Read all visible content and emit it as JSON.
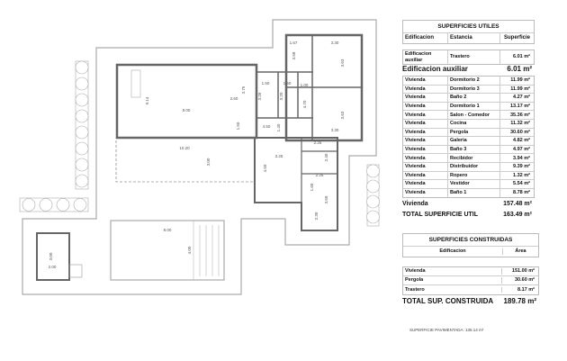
{
  "plan": {
    "dimensions": [
      "1.67",
      "3.30",
      "3.58",
      "3.63",
      "1.50",
      "1.50",
      "1.00",
      "3.75",
      "9.14",
      "2.60",
      "3.26",
      "3.20",
      "4.70",
      "3.63",
      "9.00",
      "4.50",
      "1.40",
      "1.50",
      "3.30",
      "10.20",
      "3.00",
      "2.25",
      "2.40",
      "3.25",
      "4.50",
      "2.25",
      "1.60",
      "3.50",
      "2.30",
      "8.00",
      "4.00",
      "3.00",
      "2.00"
    ]
  },
  "utiles": {
    "title": "SUPERFICIES UTILES",
    "headers": [
      "Edificacion",
      "Estancia",
      "Superficie"
    ],
    "aux_row": {
      "edificacion": "Edificacion auxiliar",
      "estancia": "Trastero",
      "superficie": "6.01 m²"
    },
    "aux_subtotal": {
      "label": "Edificacion auxiliar",
      "value": "6.01 m²"
    },
    "rows": [
      [
        "Vivienda",
        "Dormitorio 2",
        "11.99 m²"
      ],
      [
        "Vivienda",
        "Dormitorio 3",
        "11.99 m²"
      ],
      [
        "Vivienda",
        "Baño 2",
        "4.27 m²"
      ],
      [
        "Vivienda",
        "Dormitorio 1",
        "13.17 m²"
      ],
      [
        "Vivienda",
        "Salon - Comedor",
        "35.36 m²"
      ],
      [
        "Vivienda",
        "Cocina",
        "11.32 m²"
      ],
      [
        "Vivienda",
        "Pergola",
        "30.60 m²"
      ],
      [
        "Vivienda",
        "Galeria",
        "4.82 m²"
      ],
      [
        "Vivienda",
        "Baño 3",
        "4.97 m²"
      ],
      [
        "Vivienda",
        "Recibidor",
        "3.94 m²"
      ],
      [
        "Vivienda",
        "Distribuidor",
        "9.39 m²"
      ],
      [
        "Vivienda",
        "Ropero",
        "1.32 m²"
      ],
      [
        "Vivienda",
        "Vestidor",
        "5.54 m²"
      ],
      [
        "Vivienda",
        "Baño 1",
        "8.78 m²"
      ]
    ],
    "vivienda_subtotal": {
      "label": "Vivienda",
      "value": "157.48 m²"
    },
    "total": {
      "label": "TOTAL SUPERFICIE UTIL",
      "value": "163.49 m²"
    }
  },
  "construidas": {
    "title": "SUPERFICIES CONSTRUIDAS",
    "headers": [
      "Edificacion",
      "Área"
    ],
    "rows": [
      [
        "Vivienda",
        "151.00 m²"
      ],
      [
        "Pergola",
        "30.60 m²"
      ],
      [
        "Trastero",
        "8.17 m²"
      ]
    ],
    "total": {
      "label": "TOTAL SUP. CONSTRUIDA",
      "value": "189.78 m²"
    }
  },
  "note": "SUPERFICIE PAVIMENTADA: 135.14 m²"
}
